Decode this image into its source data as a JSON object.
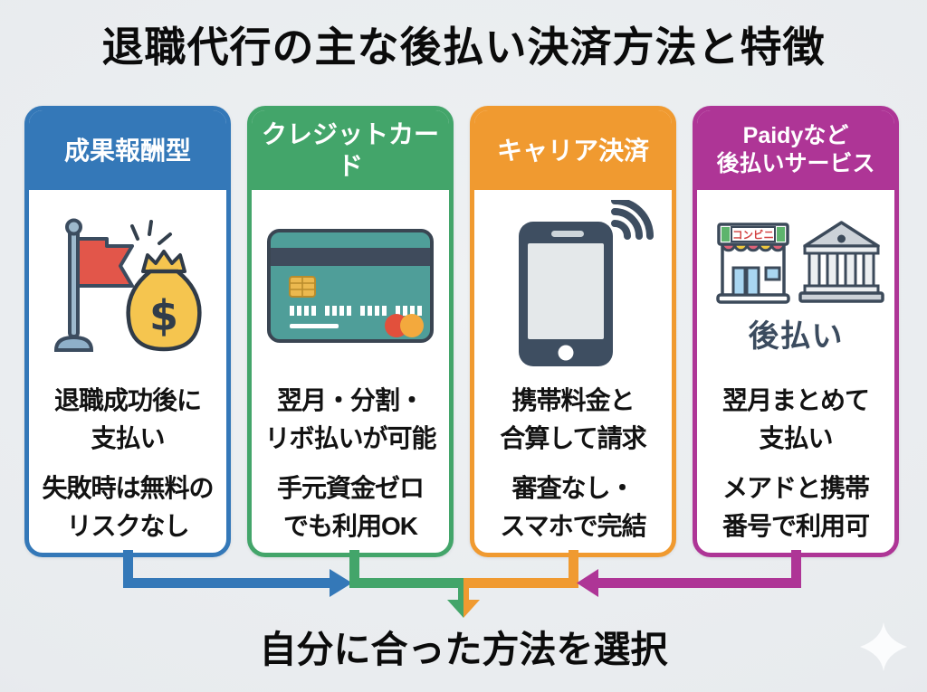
{
  "title": "退職代行の主な後払い決済方法と特徴",
  "columns": [
    {
      "header": "成果報酬型",
      "accent_color": "#3478b8",
      "icon": "flag-and-money-bag-icon",
      "feature_1": "退職成功後に\n支払い",
      "feature_2": "失敗時は無料の\nリスクなし"
    },
    {
      "header": "クレジットカード",
      "accent_color": "#43a56a",
      "icon": "credit-card-icon",
      "feature_1": "翌月・分割・\nリボ払いが可能",
      "feature_2": "手元資金ゼロ\nでも利用OK"
    },
    {
      "header": "キャリア決済",
      "accent_color": "#f09a30",
      "icon": "smartphone-signal-icon",
      "feature_1": "携帯料金と\n合算して請求",
      "feature_2": "審査なし・\nスマホで完結"
    },
    {
      "header": "Paidyなど\n後払いサービス",
      "accent_color": "#ae3596",
      "icon": "store-and-bank-icon",
      "store_sign": "コンビニ",
      "icon_caption": "後払い",
      "feature_1": "翌月まとめて\n支払い",
      "feature_2": "メアドと携帯\n番号で利用可"
    }
  ],
  "footer": {
    "conclusion": "自分に合った方法を選択"
  },
  "colors": {
    "background": "#e8ebee",
    "blue": "#3478b8",
    "green": "#43a56a",
    "orange": "#f09a30",
    "magenta": "#ae3596",
    "text": "#121212",
    "caption_slate": "#3b4b5e"
  }
}
